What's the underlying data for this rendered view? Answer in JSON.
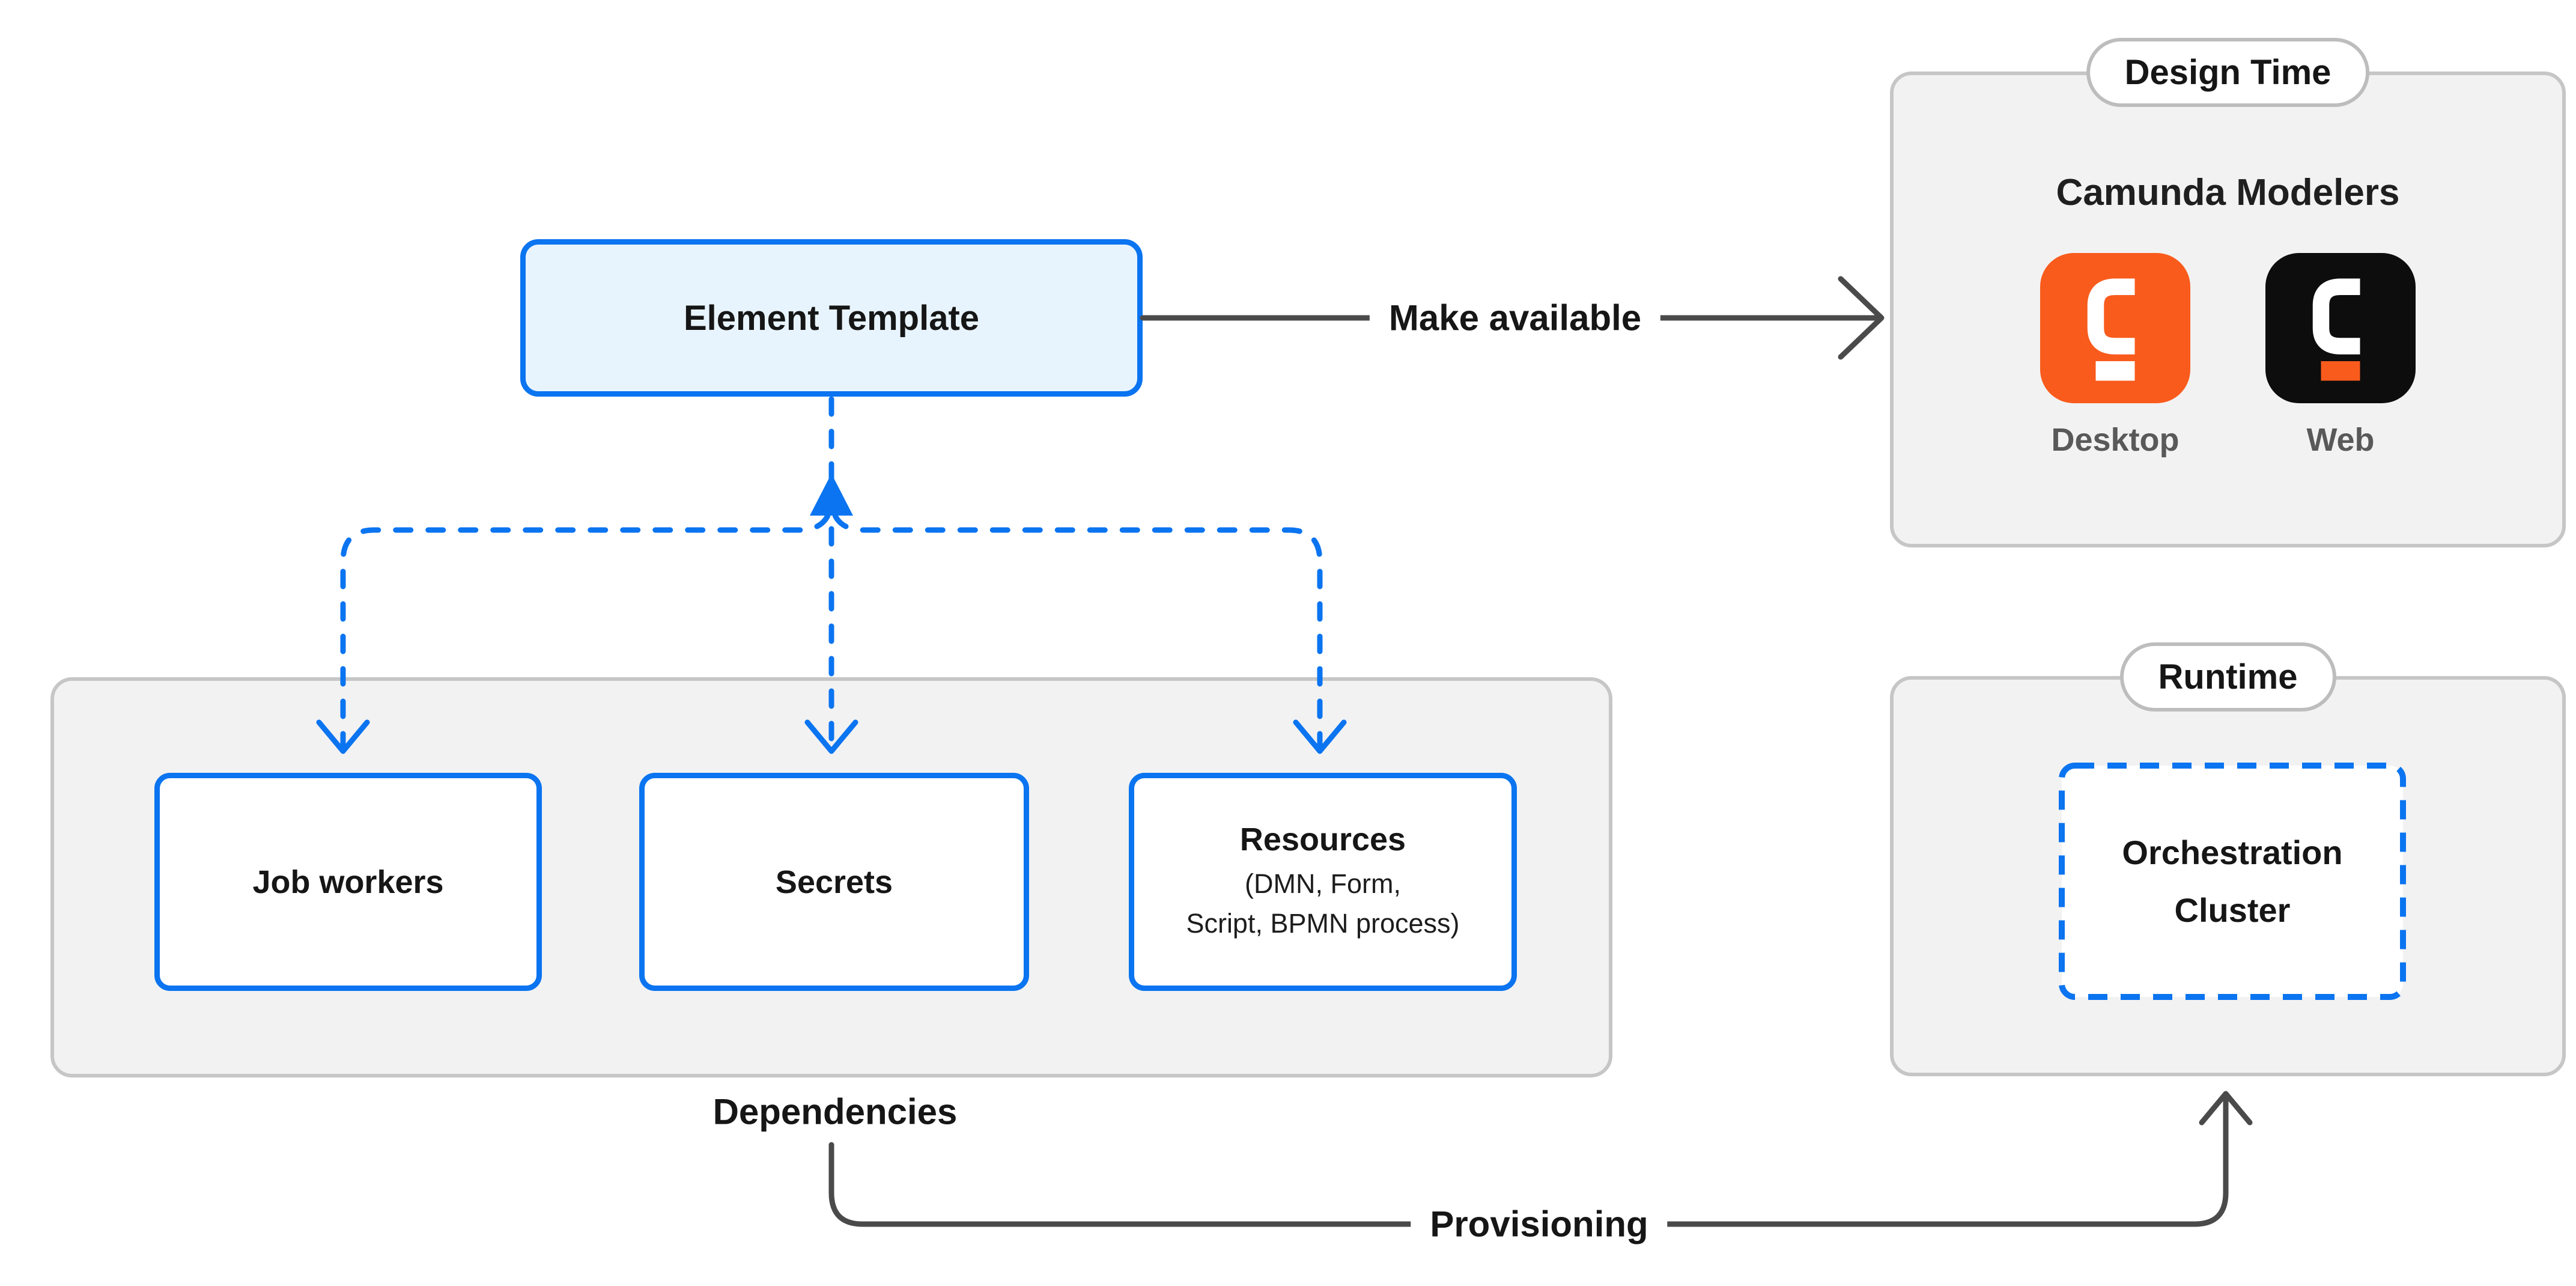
{
  "element_template": {
    "label": "Element Template"
  },
  "make_available": {
    "label": "Make available"
  },
  "design_time": {
    "label": "Design Time",
    "heading": "Camunda Modelers",
    "modelers": [
      {
        "name": "Desktop",
        "icon": "camunda-desktop-icon",
        "bg": "#F95B1C",
        "mark": "#FFFFFF",
        "accent": "#FFFFFF"
      },
      {
        "name": "Web",
        "icon": "camunda-web-icon",
        "bg": "#0D0D0D",
        "mark": "#FFFFFF",
        "accent": "#F95B1C"
      }
    ]
  },
  "dependencies": {
    "label": "Dependencies",
    "items": [
      {
        "title": "Job workers"
      },
      {
        "title": "Secrets"
      },
      {
        "title": "Resources",
        "subtitle_lines": [
          "(DMN, Form,",
          "Script, BPMN process)"
        ]
      }
    ]
  },
  "runtime": {
    "label": "Runtime",
    "cluster": "Orchestration Cluster"
  },
  "provisioning": {
    "label": "Provisioning"
  },
  "colors": {
    "blue": "#0B74F0",
    "light_blue_fill": "#E8F4FD",
    "container_fill": "#F2F2F2",
    "container_border": "#C6C6C6",
    "pill_border": "#BDBDBD",
    "arrow_gray": "#4A4A4A",
    "camunda_orange": "#F95B1C",
    "camunda_black": "#0D0D0D",
    "text": "#161616",
    "muted_label": "#595959"
  }
}
